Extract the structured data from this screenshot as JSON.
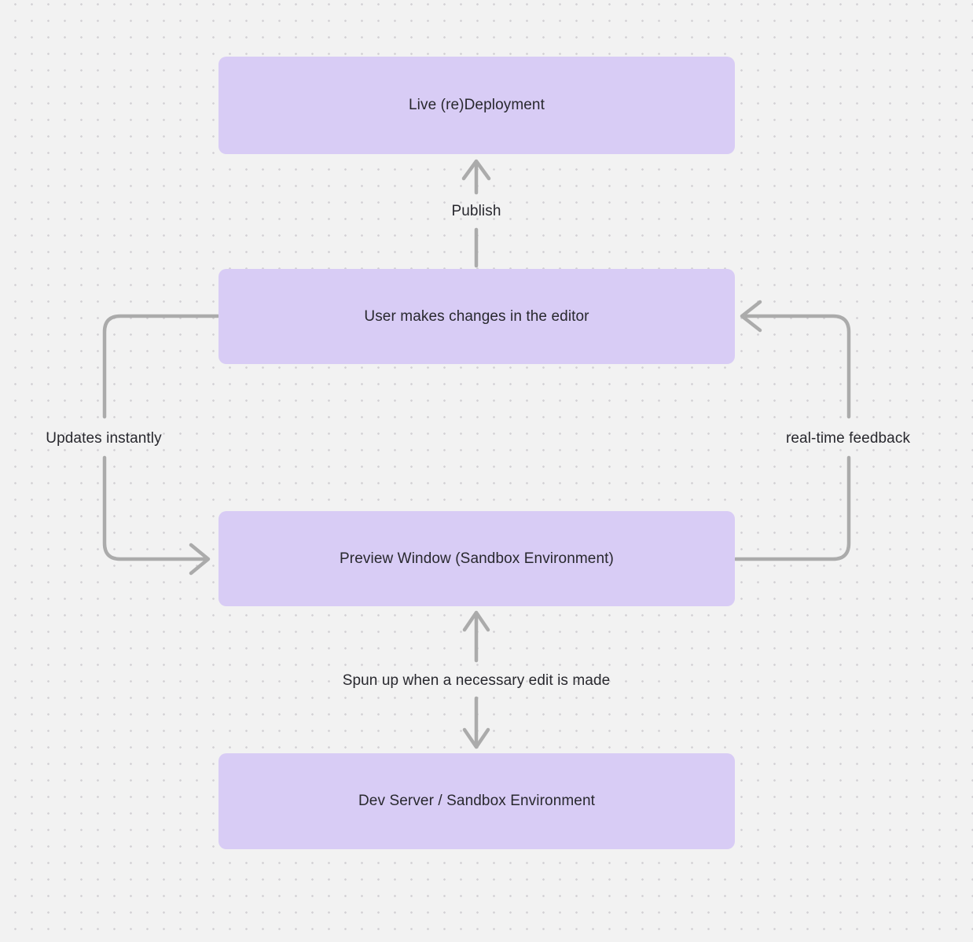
{
  "diagram": {
    "background_color": "#f2f2f2",
    "dot_grid_color": "#d2d0d4",
    "node_fill_color": "#d8ccf5",
    "edge_stroke_color": "#ababab",
    "text_color": "#28282e"
  },
  "nodes": [
    {
      "id": "live-redeployment",
      "label": "Live (re)Deployment"
    },
    {
      "id": "user-editor",
      "label": "User makes changes in the editor"
    },
    {
      "id": "preview-window",
      "label": "Preview Window (Sandbox Environment)"
    },
    {
      "id": "dev-server",
      "label": "Dev Server / Sandbox Environment"
    }
  ],
  "edges": [
    {
      "id": "publish",
      "label": "Publish",
      "from": "user-editor",
      "to": "live-redeployment",
      "direction": "up"
    },
    {
      "id": "updates-instantly",
      "label": "Updates instantly",
      "from": "user-editor",
      "to": "preview-window",
      "direction": "left-down"
    },
    {
      "id": "real-time-feedback",
      "label": "real-time feedback",
      "from": "preview-window",
      "to": "user-editor",
      "direction": "right-up"
    },
    {
      "id": "spun-up",
      "label": "Spun up when a necessary edit is made",
      "from": "dev-server",
      "to": "preview-window",
      "direction": "both"
    }
  ]
}
